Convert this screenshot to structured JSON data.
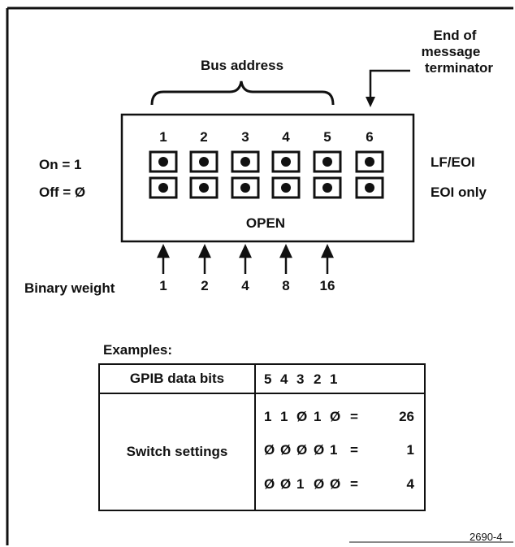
{
  "diagram": {
    "bus_address_label": "Bus address",
    "terminator_label": [
      "End of",
      "message",
      "terminator"
    ],
    "switch_numbers": [
      "1",
      "2",
      "3",
      "4",
      "5",
      "6"
    ],
    "on_label": "On = 1",
    "off_label": "Off = Ø",
    "lf_eoi_label": "LF/EOI",
    "eoi_only_label": "EOI only",
    "open_label": "OPEN",
    "binary_weight_label": "Binary weight",
    "binary_weights": [
      "1",
      "2",
      "4",
      "8",
      "16"
    ]
  },
  "examples": {
    "heading": "Examples:",
    "row1_label": "GPIB data bits",
    "bit_headers": [
      "5",
      "4",
      "3",
      "2",
      "1"
    ],
    "row2_label": "Switch settings",
    "settings": [
      {
        "bits": [
          "1",
          "1",
          "Ø",
          "1",
          "Ø"
        ],
        "equals": "=",
        "value": "26"
      },
      {
        "bits": [
          "Ø",
          "Ø",
          "Ø",
          "Ø",
          "1"
        ],
        "equals": "=",
        "value": "1"
      },
      {
        "bits": [
          "Ø",
          "Ø",
          "1",
          "Ø",
          "Ø"
        ],
        "equals": "=",
        "value": "4"
      }
    ]
  },
  "figure_number": "2690-4"
}
